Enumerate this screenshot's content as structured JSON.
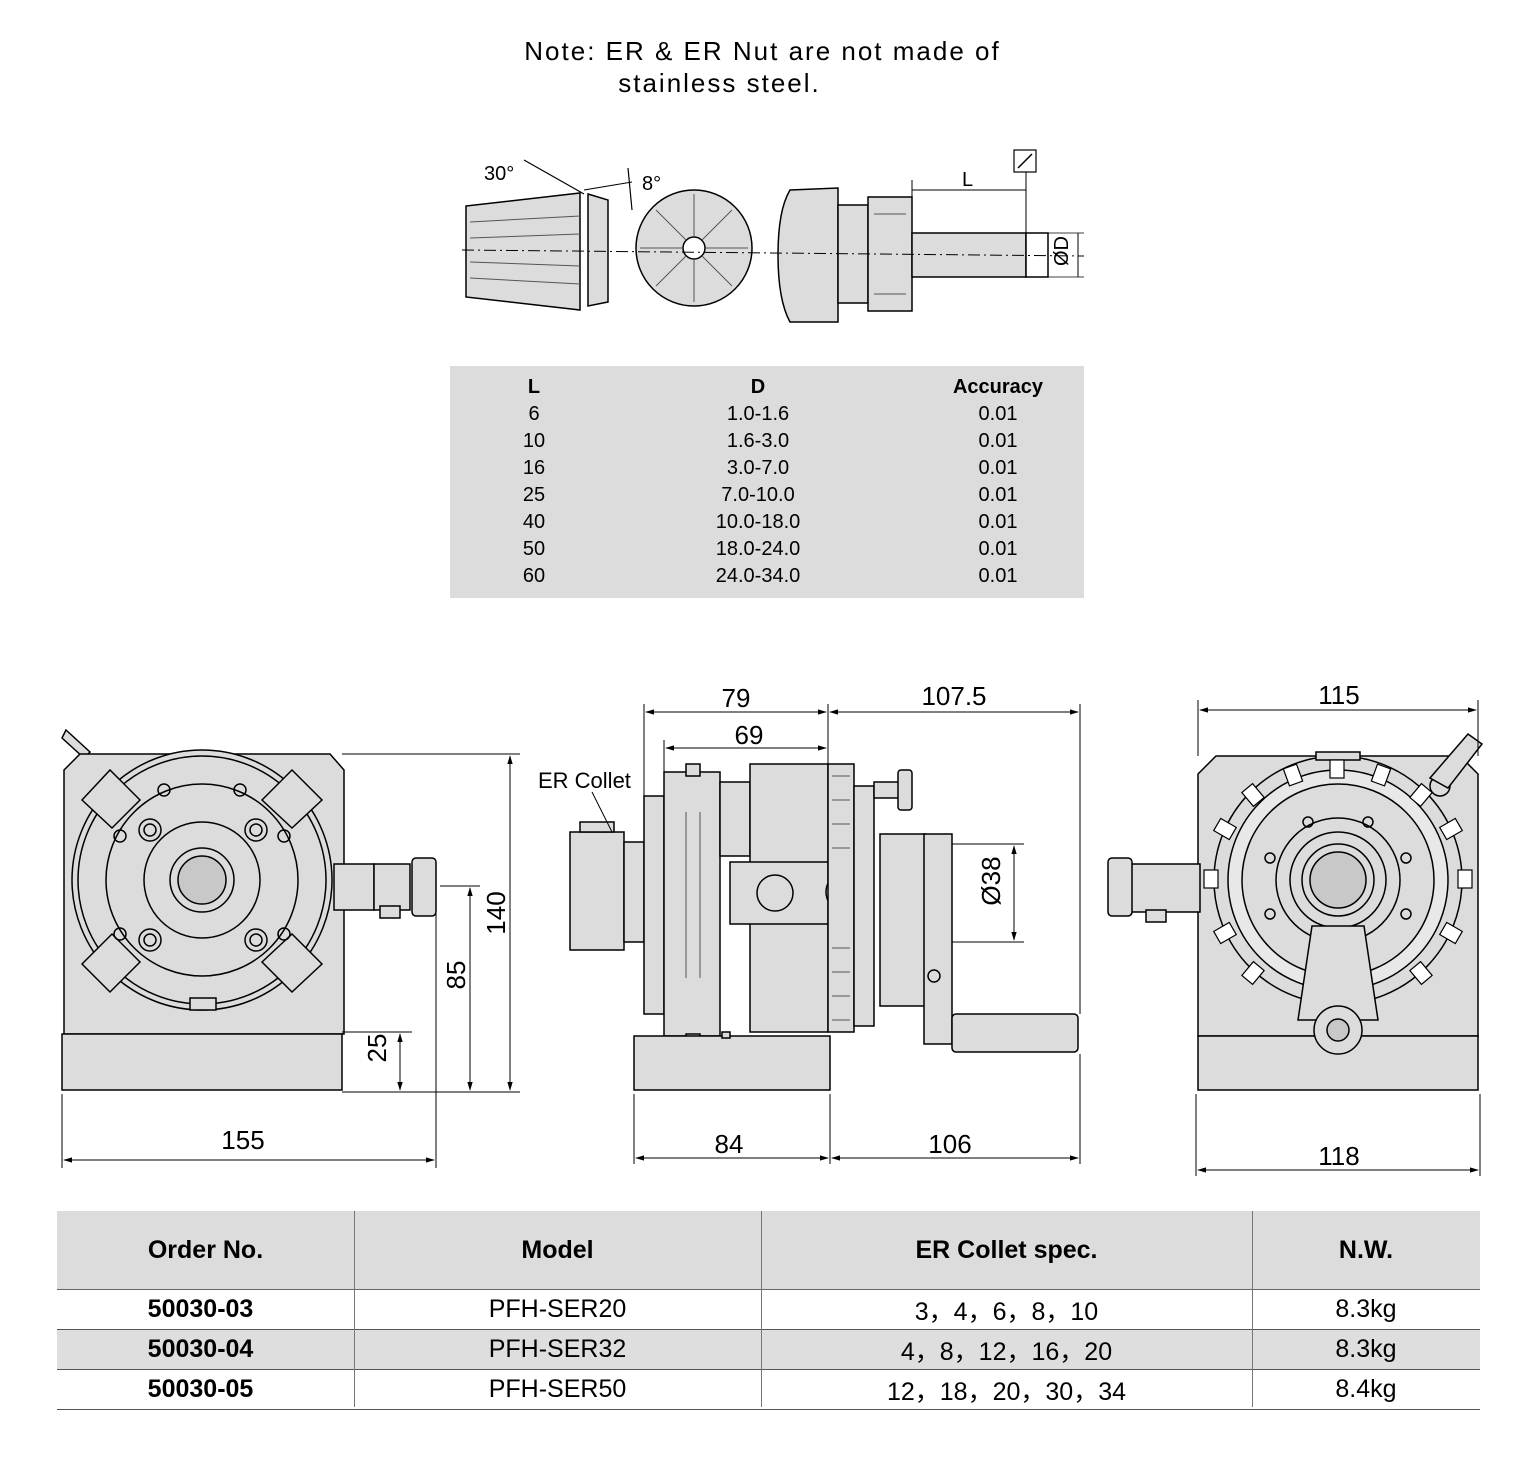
{
  "note": {
    "line1": "Note: ER & ER Nut are not made of",
    "line2": "stainless steel."
  },
  "collet_diagram": {
    "angle_30": "30°",
    "angle_8": "8°",
    "label_L": "L",
    "label_D": "ØD"
  },
  "accuracy_table": {
    "headers": [
      "L",
      "D",
      "Accuracy"
    ],
    "rows": [
      [
        "6",
        "1.0-1.6",
        "0.01"
      ],
      [
        "10",
        "1.6-3.0",
        "0.01"
      ],
      [
        "16",
        "3.0-7.0",
        "0.01"
      ],
      [
        "25",
        "7.0-10.0",
        "0.01"
      ],
      [
        "40",
        "10.0-18.0",
        "0.01"
      ],
      [
        "50",
        "18.0-24.0",
        "0.01"
      ],
      [
        "60",
        "24.0-34.0",
        "0.01"
      ]
    ]
  },
  "dimensions": {
    "front": {
      "d140": "140",
      "d85": "85",
      "d25": "25",
      "d155": "155"
    },
    "side": {
      "d79": "79",
      "d69": "69",
      "d107": "107.5",
      "d38": "Ø38",
      "d84": "84",
      "d106": "106",
      "er_collet": "ER Collet"
    },
    "rear": {
      "d115": "115",
      "d118": "118"
    }
  },
  "spec_table": {
    "headers": [
      "Order No.",
      "Model",
      "ER Collet spec.",
      "N.W."
    ],
    "rows": [
      [
        "50030-03",
        "PFH-SER20",
        "3，4，6，8，10",
        "8.3kg"
      ],
      [
        "50030-04",
        "PFH-SER32",
        "4，8，12，16，20",
        "8.3kg"
      ],
      [
        "50030-05",
        "PFH-SER50",
        "12，18，20，30，34",
        "8.4kg"
      ]
    ]
  }
}
